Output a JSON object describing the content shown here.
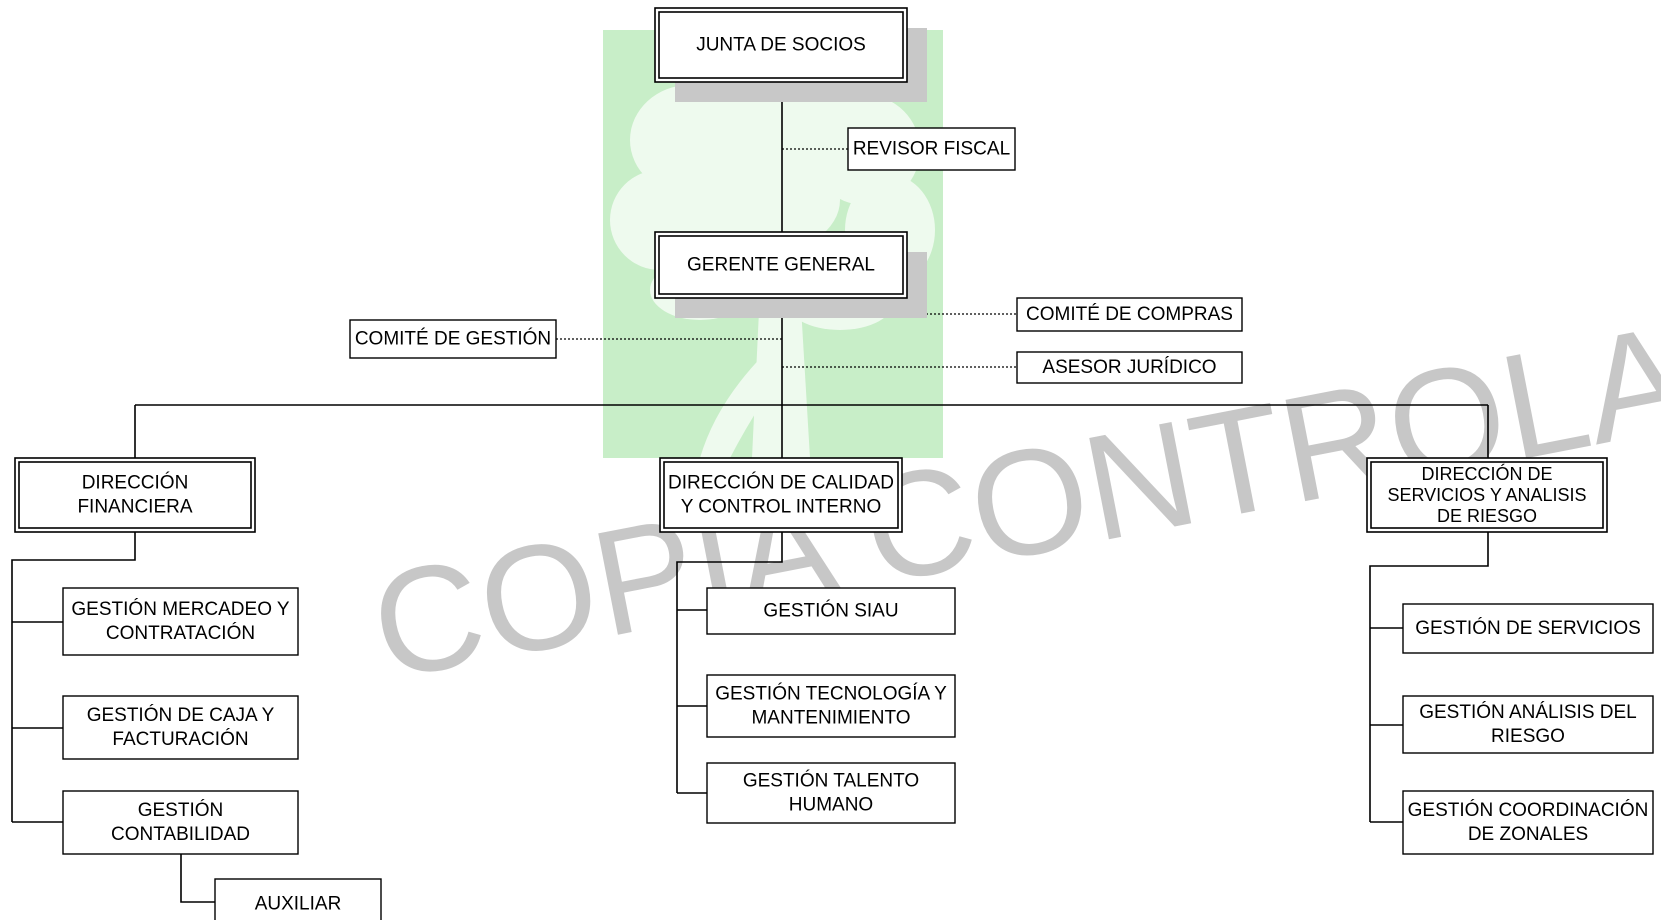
{
  "watermark": "COPIA CONTROLADA",
  "colors": {
    "tree_background": "#c8eec8",
    "tree_foliage": "#eefaee",
    "shadow": "#c8c8c8",
    "line": "#000000",
    "watermark": "#b5b5b5"
  },
  "nodes": {
    "junta": [
      "JUNTA DE SOCIOS"
    ],
    "revisor": [
      "REVISOR FISCAL"
    ],
    "gerente": [
      "GERENTE GENERAL"
    ],
    "comite_gestion": [
      "COMITÉ DE GESTIÓN"
    ],
    "comite_compras": [
      "COMITÉ DE COMPRAS"
    ],
    "asesor": [
      "ASESOR JURÍDICO"
    ],
    "dir_financiera": [
      "DIRECCIÓN",
      "FINANCIERA"
    ],
    "dir_calidad": [
      "DIRECCIÓN DE CALIDAD",
      "Y CONTROL INTERNO"
    ],
    "dir_servicios": [
      "DIRECCIÓN DE",
      "SERVICIOS Y ANALISIS",
      "DE RIESGO"
    ],
    "g_mercadeo": [
      "GESTIÓN MERCADEO Y",
      "CONTRATACIÓN"
    ],
    "g_caja": [
      "GESTIÓN DE CAJA Y",
      "FACTURACIÓN"
    ],
    "g_contabilidad": [
      "GESTIÓN",
      "CONTABILIDAD"
    ],
    "auxiliar": [
      "AUXILIAR"
    ],
    "g_siau": [
      "GESTIÓN SIAU"
    ],
    "g_tecnologia": [
      "GESTIÓN TECNOLOGÍA Y",
      "MANTENIMIENTO"
    ],
    "g_talento": [
      "GESTIÓN TALENTO",
      "HUMANO"
    ],
    "g_servicios": [
      "GESTIÓN DE SERVICIOS"
    ],
    "g_analisis": [
      "GESTIÓN ANÁLISIS DEL",
      "RIESGO"
    ],
    "g_zonales": [
      "GESTIÓN COORDINACIÓN",
      "DE ZONALES"
    ]
  }
}
